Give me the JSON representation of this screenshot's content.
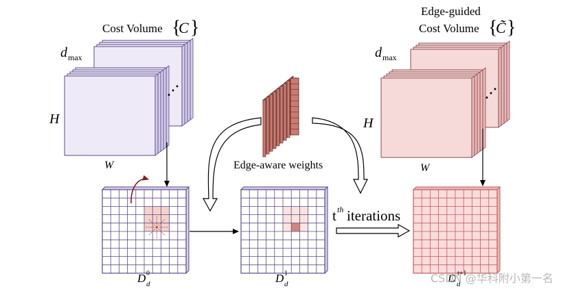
{
  "left_volume": {
    "title": "Cost Volume",
    "symbol": "C",
    "depth_label_main": "d",
    "depth_label_sub": "max",
    "height_label": "H",
    "width_label": "W",
    "ellipsis": "⋰"
  },
  "right_volume": {
    "title_line1": "Edge-guided",
    "title_line2": "Cost Volume",
    "symbol": "C̃",
    "depth_label_main": "d",
    "depth_label_sub": "max",
    "height_label": "H",
    "width_label": "W",
    "ellipsis": "⋰"
  },
  "weights": {
    "label": "Edge-aware weights"
  },
  "grid_left": {
    "label_main": "D",
    "label_sub": "d",
    "label_sup": "0"
  },
  "grid_mid": {
    "label_main": "D",
    "label_sub": "d",
    "label_sup": "1"
  },
  "grid_right": {
    "label_main": "D",
    "label_sub": "d",
    "label_sup": "t+1"
  },
  "iterations": {
    "label_sup": "th",
    "label_main": "t",
    "label_rest": "iterations"
  },
  "watermark": {
    "text": "CSDN @华科附小第一名"
  },
  "colors": {
    "left_fill": "#efeaf7",
    "left_stroke": "#5a4a8a",
    "right_fill": "#f6d9d9",
    "right_stroke": "#8a4a4a",
    "weights_fill": "#c97b72",
    "highlight": "#f4d3cc",
    "center_cell": "#d4857b"
  }
}
